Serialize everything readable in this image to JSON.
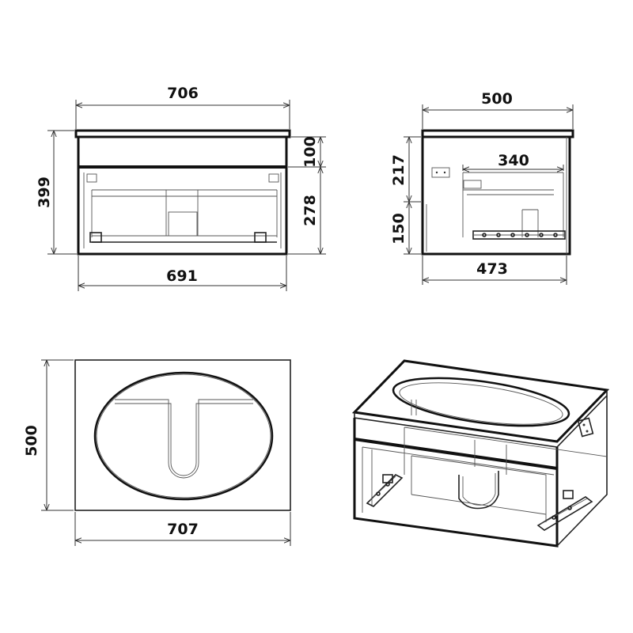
{
  "dimensions": {
    "front_width_top": "706",
    "front_width_bottom": "691",
    "front_height": "399",
    "front_drawer_top": "100",
    "front_drawer_body": "278",
    "side_depth_top": "500",
    "side_inner": "340",
    "side_upper": "217",
    "side_lower": "150",
    "side_depth_bottom": "473",
    "plan_depth": "500",
    "plan_width": "707"
  },
  "colors": {
    "line": "#111111",
    "background": "#ffffff"
  }
}
